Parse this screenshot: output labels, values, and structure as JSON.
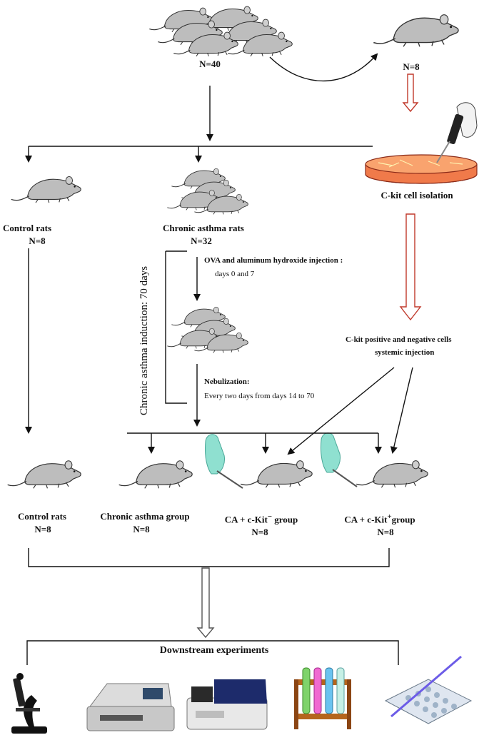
{
  "source_group": {
    "n": "N=40"
  },
  "isolation_donors": {
    "n": "N=8"
  },
  "isolation": {
    "label": "C-kit cell isolation"
  },
  "control_top": {
    "label": "Control rats",
    "n": "N=8"
  },
  "asthma_top": {
    "label": "Chronic asthma rats",
    "n": "N=32"
  },
  "induction": {
    "label": "Chronic asthma induction: 70 days"
  },
  "ova": {
    "title": "OVA  and aluminum hydroxide  injection :",
    "days": "days 0 and 7"
  },
  "nebulization": {
    "title": "Nebulization:",
    "days": "Every two days from days 14 to 70"
  },
  "injection": {
    "line1": "C-kit positive and negative cells",
    "line2": "systemic injection"
  },
  "groups": [
    {
      "label": "Control rats",
      "n": "N=8"
    },
    {
      "label": "Chronic asthma group",
      "n": "N=8"
    },
    {
      "label_main": "CA + c-Kit",
      "label_sup": "−",
      "label_tail": " group",
      "n": "N=8"
    },
    {
      "label_main": "CA + c-Kit",
      "label_sup": "+",
      "label_tail": "group",
      "n": "N=8"
    }
  ],
  "downstream": {
    "label": "Downstream experiments"
  },
  "equipment_icons": [
    "microscope-icon",
    "plate-reader-icon",
    "spectrophotometer-icon",
    "test-tube-rack-icon",
    "well-plate-icon"
  ],
  "colors": {
    "rat_fill": "#bdbdbd",
    "rat_stroke": "#333333",
    "hollow_arrow": "#c0392b",
    "glove": "#8fe0d0"
  }
}
